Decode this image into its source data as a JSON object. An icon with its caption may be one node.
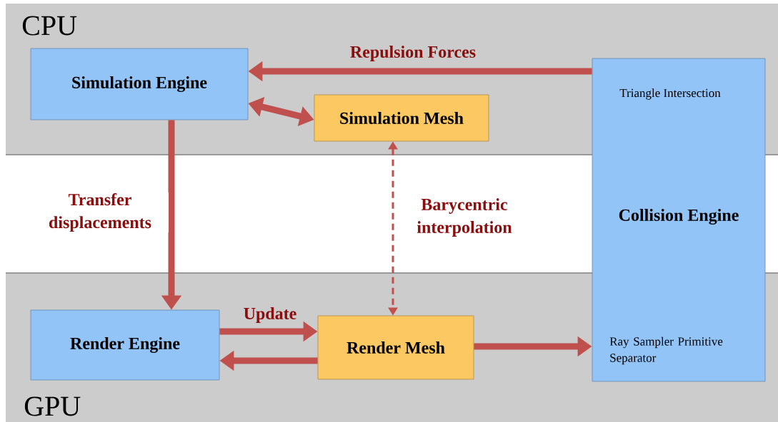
{
  "diagram": {
    "nodes": [
      {
        "text": [
          "CPU"
        ]
      },
      {
        "text": [
          "Simulation Engine"
        ],
        "in": 0
      },
      {
        "text": [
          "Simulation Mesh"
        ],
        "in": 0
      },
      {
        "text": [
          "Triangle Intersection",
          "Collision Engine",
          "Ray Sampler Primitive Separator"
        ]
      },
      {
        "text": [
          "GPU"
        ]
      },
      {
        "text": [
          "Render Engine"
        ],
        "in": 4
      },
      {
        "text": [
          "Render Mesh"
        ],
        "in": 4
      }
    ],
    "edges": [
      {
        "from": 3,
        "to": 1,
        "arrow": "to",
        "label": "Repulsion Forces"
      },
      {
        "from": 1,
        "to": 2,
        "arrow": "both"
      },
      {
        "from": 1,
        "to": 5,
        "arrow": "to",
        "label": "Transfer displacements"
      },
      {
        "from": 2,
        "to": 6,
        "arrow": "both",
        "style": "dashed",
        "label": "Barycentric interpolation"
      },
      {
        "from": 5,
        "to": 6,
        "arrow": "to",
        "label": "Update"
      },
      {
        "from": 6,
        "to": 5,
        "arrow": "to"
      },
      {
        "from": 6,
        "to": 3,
        "arrow": "to"
      }
    ]
  }
}
